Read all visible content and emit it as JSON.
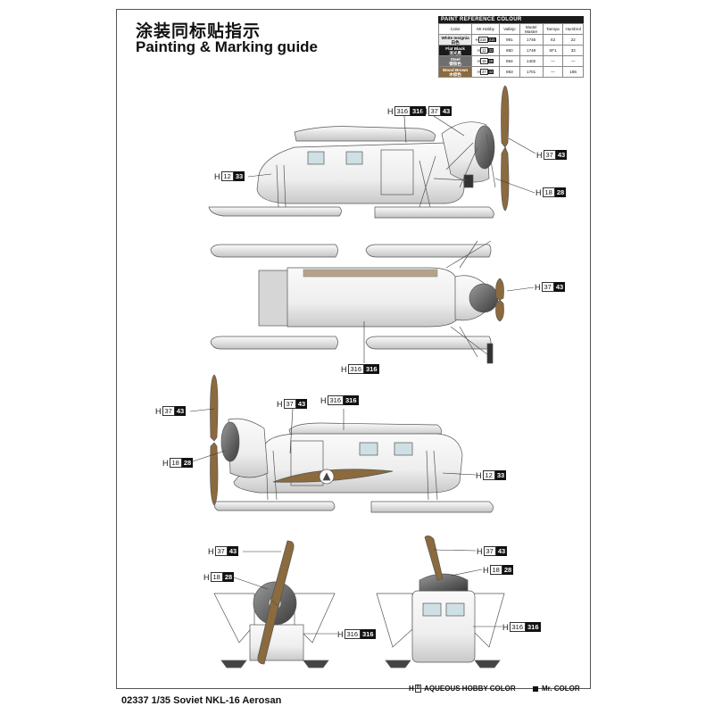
{
  "header": {
    "title_cn": "涂装同标贴指示",
    "title_en": "Painting & Marking guide"
  },
  "reference_table": {
    "title": "PAINT  REFERENCE COLOUR",
    "columns": [
      "Color",
      "Mr.Hobby",
      "Vallejo",
      "Model Master",
      "Tamiya",
      "Humbrol"
    ],
    "rows": [
      {
        "color_en": "White Insignia",
        "color_cn": "白色",
        "hobby_h": "316",
        "hobby_m": "316",
        "vallejo": "991",
        "model_master": "1745",
        "tamiya": "X2",
        "humbrol": "22",
        "swatch": "#e9e9e9",
        "text": "#111111"
      },
      {
        "color_en": "Flat Black",
        "color_cn": "消光黑",
        "hobby_h": "12",
        "hobby_m": "33",
        "vallejo": "950",
        "model_master": "1749",
        "tamiya": "XF1",
        "humbrol": "33",
        "swatch": "#1a1a1a",
        "text": "#ffffff"
      },
      {
        "color_en": "Steel",
        "color_cn": "钢铁色",
        "hobby_h": "18",
        "hobby_m": "28",
        "vallejo": "864",
        "model_master": "1402",
        "tamiya": "—",
        "humbrol": "—",
        "swatch": "#6e6e6e",
        "text": "#ffffff"
      },
      {
        "color_en": "Wood Brown",
        "color_cn": "木棕色",
        "hobby_h": "37",
        "hobby_m": "43",
        "vallejo": "983",
        "model_master": "1701",
        "tamiya": "—",
        "humbrol": "186",
        "swatch": "#8b6a3e",
        "text": "#ffffff"
      }
    ]
  },
  "labels": {
    "side1_top1": {
      "h": "H",
      "hb": "316",
      "mb": "316"
    },
    "side1_top2": {
      "h": "H",
      "hb": "37",
      "mb": "43"
    },
    "side1_right1": {
      "h": "H",
      "hb": "37",
      "mb": "43"
    },
    "side1_left": {
      "h": "H",
      "hb": "12",
      "mb": "33"
    },
    "side1_right2": {
      "h": "H",
      "hb": "18",
      "mb": "28"
    },
    "top_right": {
      "h": "H",
      "hb": "37",
      "mb": "43"
    },
    "top_bottom": {
      "h": "H",
      "hb": "316",
      "mb": "316"
    },
    "side2_top1": {
      "h": "H",
      "hb": "37",
      "mb": "43"
    },
    "side2_top2": {
      "h": "H",
      "hb": "316",
      "mb": "316"
    },
    "side2_left1": {
      "h": "H",
      "hb": "37",
      "mb": "43"
    },
    "side2_left2": {
      "h": "H",
      "hb": "18",
      "mb": "28"
    },
    "side2_right": {
      "h": "H",
      "hb": "12",
      "mb": "33"
    },
    "front_1": {
      "h": "H",
      "hb": "37",
      "mb": "43"
    },
    "front_2": {
      "h": "H",
      "hb": "18",
      "mb": "28"
    },
    "front_3": {
      "h": "H",
      "hb": "316",
      "mb": "316"
    },
    "rear_1": {
      "h": "H",
      "hb": "37",
      "mb": "43"
    },
    "rear_2": {
      "h": "H",
      "hb": "18",
      "mb": "28"
    },
    "rear_3": {
      "h": "H",
      "hb": "316",
      "mb": "316"
    }
  },
  "footer": {
    "product": "02337  1/35   Soviet NKL-16 Aerosan",
    "legend_aqueous_h": "H",
    "legend_aqueous_box": "0",
    "legend_aqueous_text": "AQUEOUS HOBBY COLOR",
    "legend_mr_text": "Mr. COLOR"
  },
  "colors": {
    "body": "#f1f1f1",
    "body_shade": "#c8c8c8",
    "outline": "#555555",
    "wood": "#8b6a3e",
    "steel": "#6e6e6e",
    "window": "#cfe0e4"
  }
}
